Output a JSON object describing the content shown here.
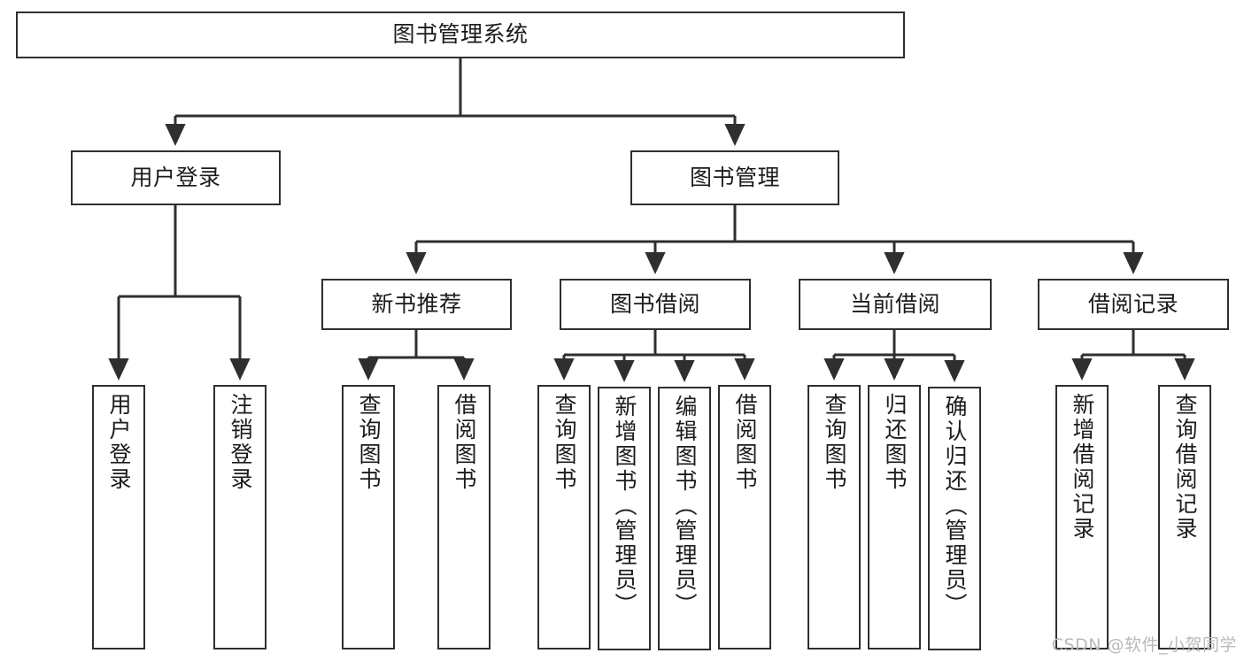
{
  "diagram": {
    "title": "图书管理系统",
    "type": "tree-hierarchy",
    "colors": {
      "box_border": "#2f2f2f",
      "box_fill": "#ffffff",
      "edge": "#2f2f2f",
      "text": "#1b1b1b",
      "watermark": "#b9b9b9",
      "background": "#ffffff"
    },
    "root": {
      "label": "图书管理系统"
    },
    "level2": [
      {
        "label": "用户登录"
      },
      {
        "label": "图书管理"
      }
    ],
    "level3": [
      {
        "label": "新书推荐"
      },
      {
        "label": "图书借阅"
      },
      {
        "label": "当前借阅"
      },
      {
        "label": "借阅记录"
      }
    ],
    "leaves": {
      "user_login": [
        {
          "label": "用户登录"
        },
        {
          "label": "注销登录"
        }
      ],
      "new_book_recommend": [
        {
          "label": "查询图书"
        },
        {
          "label": "借阅图书"
        }
      ],
      "book_borrow": [
        {
          "label": "查询图书"
        },
        {
          "label": "新增图书（管理员）"
        },
        {
          "label": "编辑图书（管理员）"
        },
        {
          "label": "借阅图书"
        }
      ],
      "current_borrow": [
        {
          "label": "查询图书"
        },
        {
          "label": "归还图书"
        },
        {
          "label": "确认归还（管理员）"
        }
      ],
      "borrow_record": [
        {
          "label": "新增借阅记录"
        },
        {
          "label": "查询借阅记录"
        }
      ]
    }
  },
  "watermark": {
    "text": "CSDN @软件_小贺同学"
  }
}
